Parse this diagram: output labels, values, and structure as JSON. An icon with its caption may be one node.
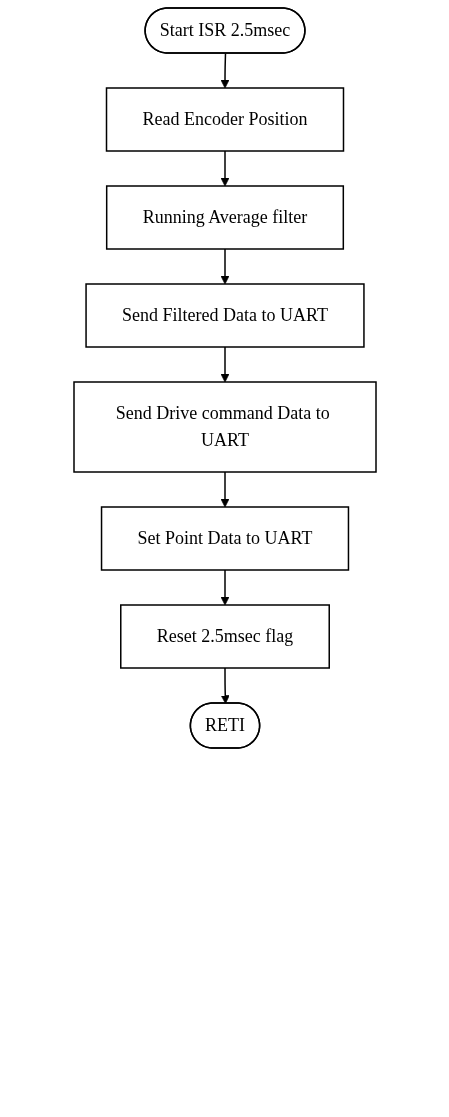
{
  "diagram": {
    "nodes": [
      {
        "text": [
          "Start ISR 2.5msec"
        ]
      },
      {
        "text": [
          "Read Encoder Position"
        ]
      },
      {
        "text": [
          "Running Average filter"
        ]
      },
      {
        "text": [
          "Send Filtered Data to UART"
        ]
      },
      {
        "text": [
          "Send Drive command Data to UART"
        ]
      },
      {
        "text": [
          "Set Point Data to UART"
        ]
      },
      {
        "text": [
          "Reset 2.5msec flag"
        ]
      },
      {
        "text": [
          "RETI"
        ]
      }
    ],
    "edges": [
      {
        "from": 0,
        "to": 1,
        "arrow": "to"
      },
      {
        "from": 1,
        "to": 2,
        "arrow": "to"
      },
      {
        "from": 2,
        "to": 3,
        "arrow": "to"
      },
      {
        "from": 3,
        "to": 4,
        "arrow": "to"
      },
      {
        "from": 4,
        "to": 5,
        "arrow": "to"
      },
      {
        "from": 5,
        "to": 6,
        "arrow": "to"
      },
      {
        "from": 6,
        "to": 7,
        "arrow": "to"
      }
    ]
  }
}
